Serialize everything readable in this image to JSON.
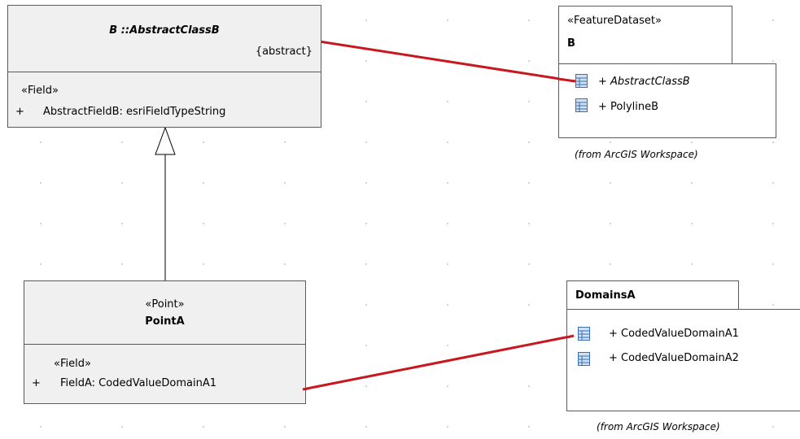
{
  "abstract_class": {
    "title": "B ::AbstractClassB",
    "constraint": "{abstract}",
    "stereotype": "«Field»",
    "attr_visibility": "+",
    "attr_text": "AbstractFieldB: esriFieldTypeString"
  },
  "point_class": {
    "stereotype": "«Point»",
    "name": "PointA",
    "attr_stereotype": "«Field»",
    "attr_visibility": "+",
    "attr_text": "FieldA: CodedValueDomainA1"
  },
  "feature_dataset": {
    "stereotype": "«FeatureDataset»",
    "name": "B",
    "items": [
      "+ AbstractClassB",
      "+ PolylineB"
    ],
    "caption": "(from ArcGIS Workspace)"
  },
  "domains_package": {
    "name": "DomainsA",
    "items": [
      "+ CodedValueDomainA1",
      "+ CodedValueDomainA2"
    ],
    "caption": "(from ArcGIS Workspace)"
  },
  "colors": {
    "link_line": "#c8171e",
    "border": "#5a5a5a",
    "class_fill": "#f0f0f0",
    "icon_fill": "#cfe0f3",
    "icon_stroke": "#3a6fb5"
  }
}
